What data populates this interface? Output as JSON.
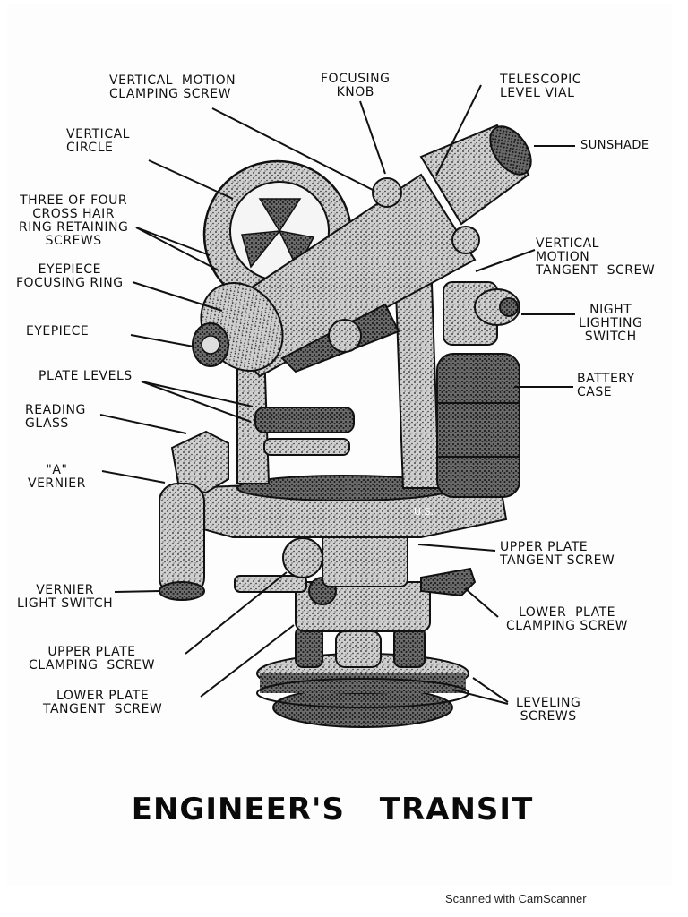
{
  "title": "ENGINEER'S  TRANSIT",
  "footer": "Scanned with CamScanner",
  "ink_color": "#111111",
  "labels": {
    "vertical_motion_clamping_screw": "VERTICAL  MOTION\nCLAMPING SCREW",
    "focusing_knob": "FOCUSING\nKNOB",
    "telescopic_level_vial": "TELESCOPIC\nLEVEL VIAL",
    "vertical_circle": "VERTICAL\nCIRCLE",
    "sunshade": "SUNSHADE",
    "cross_hair_screws": "THREE OF FOUR\nCROSS HAIR\nRING RETAINING\nSCREWS",
    "vertical_motion_tangent_screw": "VERTICAL\nMOTION\nTANGENT  SCREW",
    "eyepiece_focusing_ring": "EYEPIECE\nFOCUSING RING",
    "night_lighting_switch": "NIGHT\nLIGHTING\nSWITCH",
    "eyepiece": "EYEPIECE",
    "plate_levels": "PLATE LEVELS",
    "battery_case": "BATTERY\nCASE",
    "reading_glass": "READING\nGLASS",
    "a_vernier": "\"A\"\nVERNIER",
    "upper_plate_tangent_screw": "UPPER PLATE\nTANGENT SCREW",
    "vernier_light_switch": "VERNIER\nLIGHT SWITCH",
    "lower_plate_clamping_screw": "LOWER  PLATE\nCLAMPING SCREW",
    "upper_plate_clamping_screw": "UPPER PLATE\nCLAMPING  SCREW",
    "lower_plate_tangent_screw": "LOWER PLATE\nTANGENT  SCREW",
    "leveling_screws": "LEVELING\nSCREWS",
    "us_mark": "U.S."
  }
}
